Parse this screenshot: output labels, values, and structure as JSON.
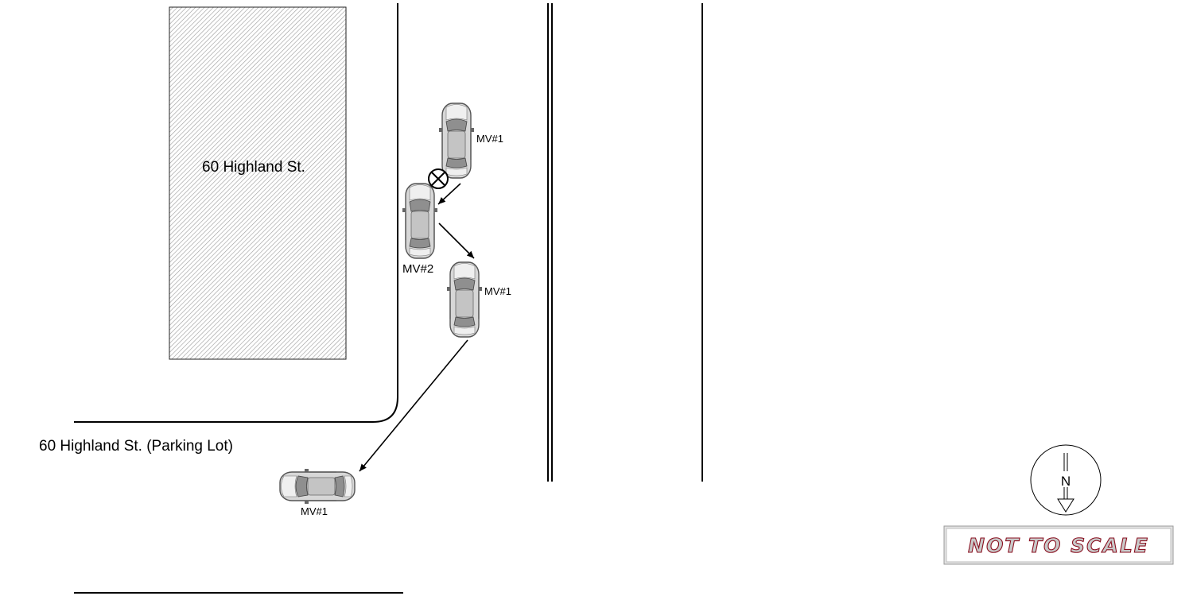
{
  "diagram": {
    "building_label": "60 Highland St.",
    "parking_lot_label": "60 Highland St. (Parking Lot)",
    "vehicles": [
      {
        "id": "mv1-initial",
        "label": "MV#1"
      },
      {
        "id": "mv2",
        "label": "MV#2"
      },
      {
        "id": "mv1-after-impact",
        "label": "MV#1"
      },
      {
        "id": "mv1-final",
        "label": "MV#1"
      }
    ],
    "compass_label": "N",
    "scale_note": "NOT TO SCALE"
  }
}
